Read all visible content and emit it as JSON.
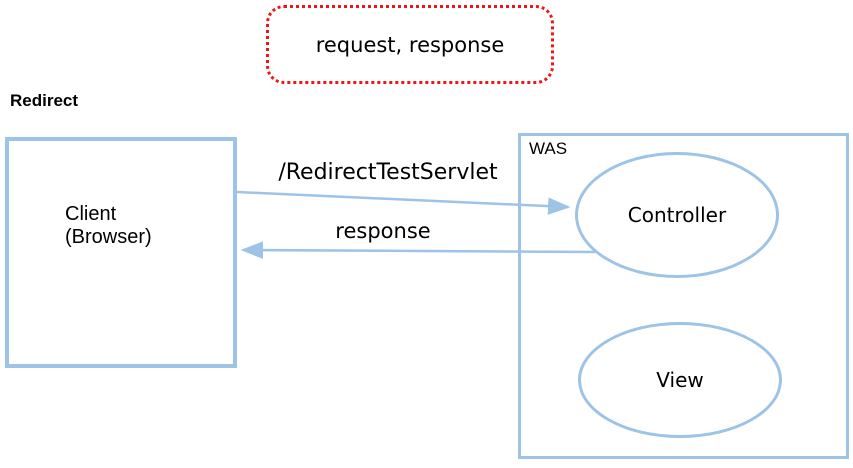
{
  "diagram": {
    "note_box": {
      "label": "request, response"
    },
    "heading": "Redirect",
    "client_box": {
      "label": "Client\n(Browser)"
    },
    "was_box": {
      "label": "WAS",
      "controller_label": "Controller",
      "view_label": "View"
    },
    "arrows": {
      "request_label": "/RedirectTestServlet",
      "response_label": "response"
    },
    "colors": {
      "shape_blue": "#9DC3E6",
      "note_red": "#F01414",
      "text_black": "#000000"
    }
  }
}
